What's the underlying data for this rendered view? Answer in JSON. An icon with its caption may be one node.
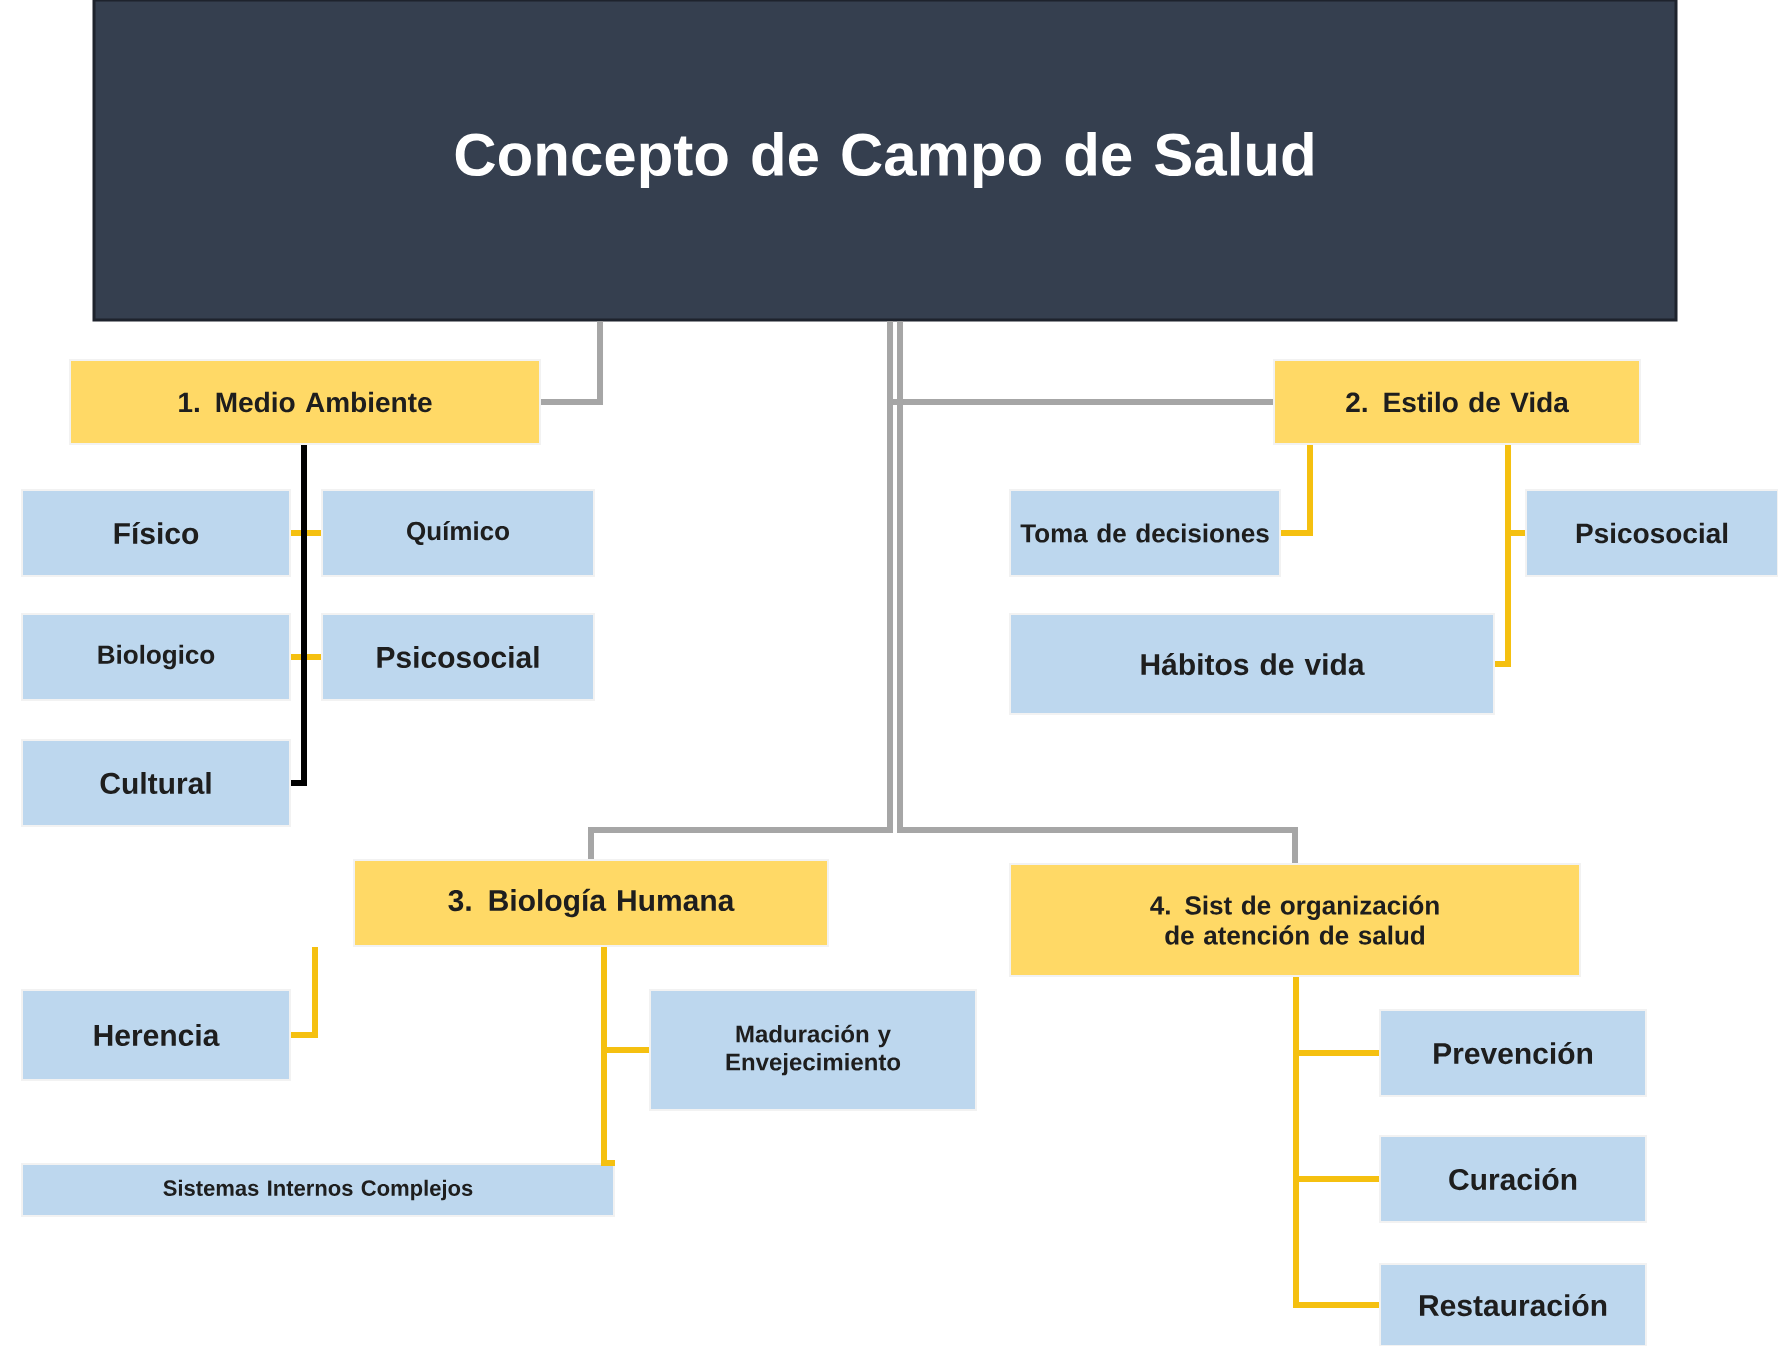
{
  "diagram": {
    "nodes": [
      {
        "text": [
          "Concepto de Campo de Salud"
        ]
      },
      {
        "text": [
          "1. Medio Ambiente"
        ]
      },
      {
        "text": [
          "2. Estilo de Vida"
        ]
      },
      {
        "text": [
          "Físico"
        ]
      },
      {
        "text": [
          "Químico"
        ]
      },
      {
        "text": [
          "Biologico"
        ]
      },
      {
        "text": [
          "Psicosocial"
        ]
      },
      {
        "text": [
          "Cultural"
        ]
      },
      {
        "text": [
          "Toma de decisiones"
        ]
      },
      {
        "text": [
          "Psicosocial"
        ]
      },
      {
        "text": [
          "Hábitos de vida"
        ]
      },
      {
        "text": [
          "3. Biología Humana"
        ]
      },
      {
        "text": [
          "4. Sist de organización de atención de salud"
        ]
      },
      {
        "text": [
          "Herencia"
        ]
      },
      {
        "text": [
          "Maduración y Envejecimiento"
        ]
      },
      {
        "text": [
          "Sistemas Internos Complejos"
        ]
      },
      {
        "text": [
          "Prevención"
        ]
      },
      {
        "text": [
          "Curación"
        ]
      },
      {
        "text": [
          "Restauración"
        ]
      }
    ],
    "edges": [
      {
        "from": 0,
        "to": 1,
        "arrow": "none",
        "color": "#a6a6a6"
      },
      {
        "from": 0,
        "to": 2,
        "arrow": "none",
        "color": "#a6a6a6"
      },
      {
        "from": 0,
        "to": 11,
        "arrow": "none",
        "color": "#a6a6a6"
      },
      {
        "from": 0,
        "to": 12,
        "arrow": "none",
        "color": "#a6a6a6"
      },
      {
        "from": 1,
        "to": 3,
        "arrow": "none"
      },
      {
        "from": 1,
        "to": 4,
        "arrow": "none"
      },
      {
        "from": 1,
        "to": 5,
        "arrow": "none"
      },
      {
        "from": 1,
        "to": 6,
        "arrow": "none"
      },
      {
        "from": 1,
        "to": 7,
        "arrow": "none",
        "color": "#000000"
      },
      {
        "from": 2,
        "to": 8,
        "arrow": "none"
      },
      {
        "from": 2,
        "to": 9,
        "arrow": "none"
      },
      {
        "from": 2,
        "to": 10,
        "arrow": "none"
      },
      {
        "from": 11,
        "to": 13,
        "arrow": "none"
      },
      {
        "from": 11,
        "to": 14,
        "arrow": "none"
      },
      {
        "from": 11,
        "to": 15,
        "arrow": "none"
      },
      {
        "from": 12,
        "to": 16,
        "arrow": "none"
      },
      {
        "from": 12,
        "to": 17,
        "arrow": "none"
      },
      {
        "from": 12,
        "to": 18,
        "arrow": "none"
      }
    ]
  }
}
